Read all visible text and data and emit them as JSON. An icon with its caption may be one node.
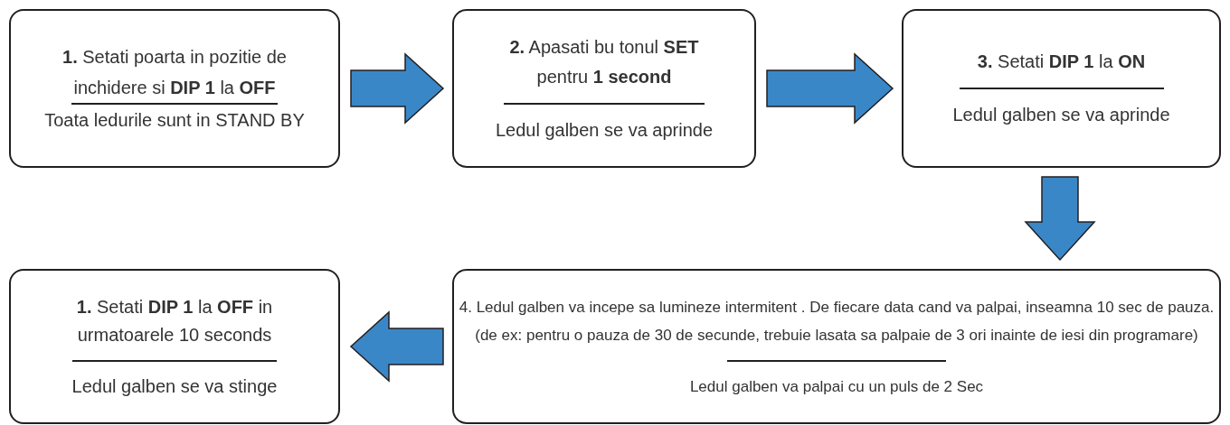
{
  "diagram": {
    "nodes": [
      {
        "text": [
          "**1.** Setati poarta in pozitie de inchidere si **DIP 1** la **OFF**",
          "Toata ledurile sunt in STAND BY"
        ]
      },
      {
        "text": [
          "**2.** Apasati bu tonul **SET** pentru **1 second**",
          "Ledul galben se va aprinde"
        ]
      },
      {
        "text": [
          "**3.** Setati **DIP 1** la **ON**",
          "Ledul galben se va aprinde"
        ]
      },
      {
        "text": [
          "4. Ledul galben va incepe sa lumineze intermitent . De fiecare data cand va palpai, inseamna 10 sec de pauza. (de ex: pentru o pauza de 30 de secunde, trebuie lasata sa palpaie de 3 ori inainte de iesi din programare)",
          "Ledul galben va palpai cu un puls de 2 Sec"
        ]
      },
      {
        "text": [
          "**1.** Setati **DIP 1** la **OFF** in urmatoarele 10 seconds",
          "Ledul galben se va stinge"
        ]
      }
    ],
    "edges": [
      {
        "from": 0,
        "to": 1,
        "arrow": "to"
      },
      {
        "from": 1,
        "to": 2,
        "arrow": "to"
      },
      {
        "from": 2,
        "to": 3,
        "arrow": "to"
      },
      {
        "from": 3,
        "to": 4,
        "arrow": "to"
      }
    ]
  }
}
